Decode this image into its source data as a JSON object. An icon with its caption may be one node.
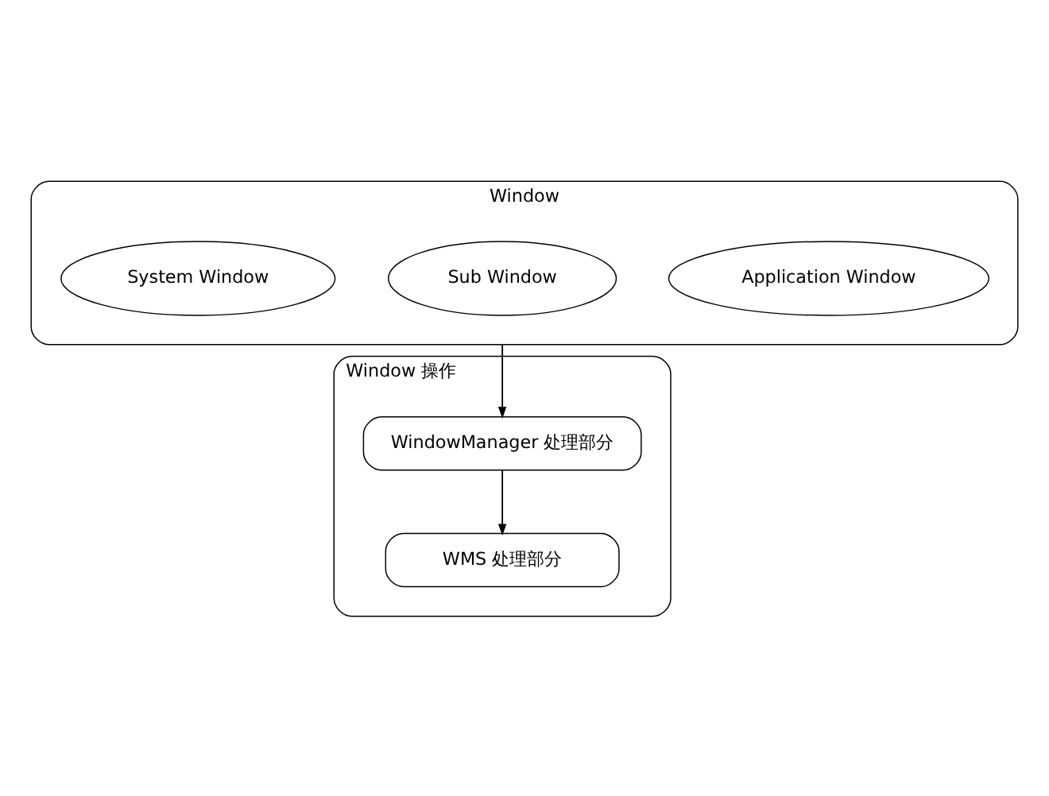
{
  "diagram": {
    "nodes": [
      {
        "text": [
          "Window"
        ]
      },
      {
        "text": [
          "Application Window"
        ],
        "in": 0
      },
      {
        "text": [
          "Sub Window"
        ],
        "in": 0
      },
      {
        "text": [
          "System Window"
        ],
        "in": 0
      },
      {
        "text": [
          "Window 操作"
        ]
      },
      {
        "text": [
          "WindowManager 处理部分"
        ],
        "in": 4
      },
      {
        "text": [
          "WMS 处理部分"
        ],
        "in": 4
      }
    ],
    "edges": [
      {
        "from": 0,
        "to": 5,
        "arrow": "to"
      },
      {
        "from": 5,
        "to": 6,
        "arrow": "to"
      }
    ]
  }
}
